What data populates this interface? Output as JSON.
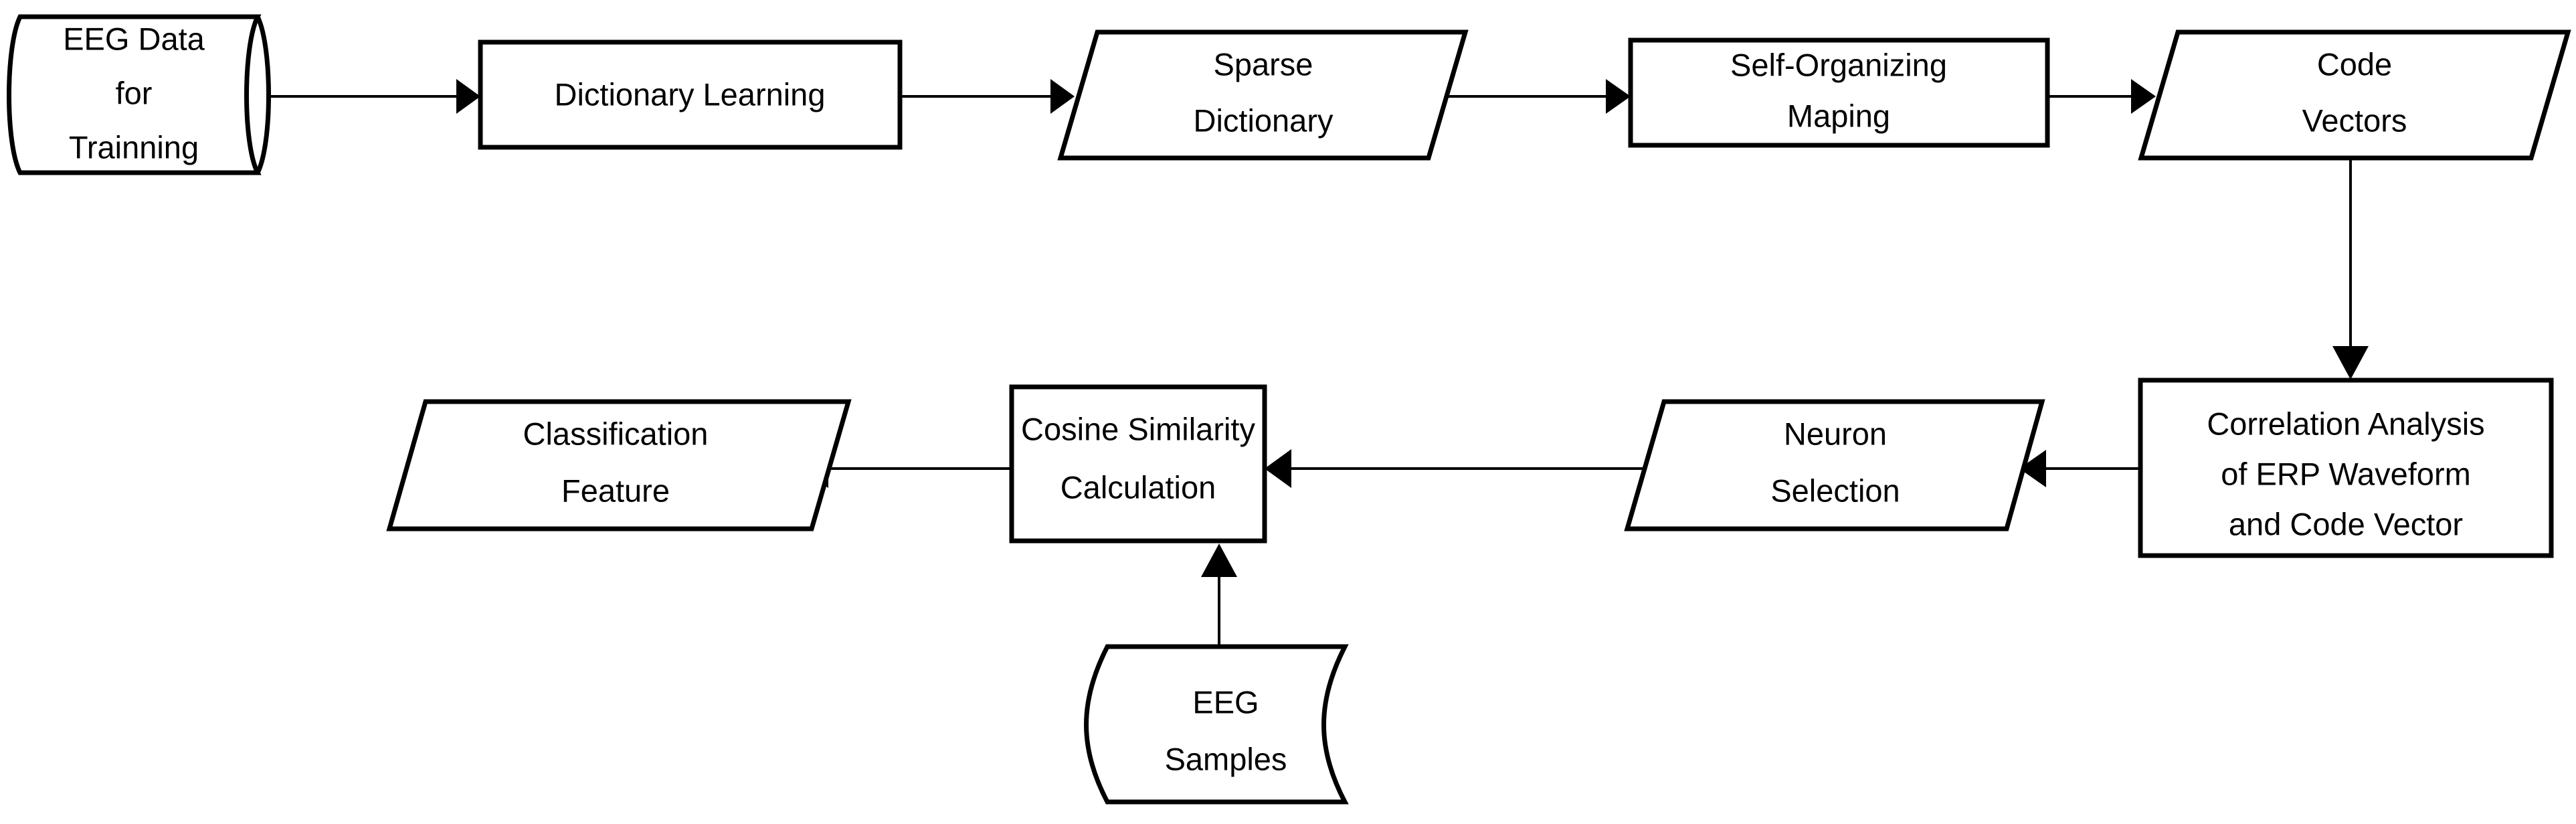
{
  "diagram": {
    "title": "EEG sparse dictionary and self-organizing map classification pipeline",
    "background_color": "#ffffff",
    "stroke_color": "#000000",
    "text_color": "#000000",
    "nodes": [
      {
        "id": "eeg-data-for-trainning",
        "shape": "cylinder",
        "lines": [
          "EEG Data",
          "for",
          "Trainning"
        ],
        "text": "EEG Data for Trainning"
      },
      {
        "id": "dictionary-learning",
        "shape": "process-rectangle",
        "lines": [
          "Dictionary Learning"
        ],
        "text": "Dictionary Learning"
      },
      {
        "id": "sparse-dictionary",
        "shape": "parallelogram",
        "lines": [
          "Sparse",
          "Dictionary"
        ],
        "text": "Sparse Dictionary"
      },
      {
        "id": "self-organizing-maping",
        "shape": "process-rectangle",
        "lines": [
          "Self-Organizing",
          "Maping"
        ],
        "text": "Self-Organizing Maping"
      },
      {
        "id": "code-vectors",
        "shape": "parallelogram",
        "lines": [
          "Code",
          "Vectors"
        ],
        "text": "Code Vectors"
      },
      {
        "id": "correlation-analysis",
        "shape": "process-rectangle",
        "lines": [
          "Correlation Analysis",
          "of ERP Waveform",
          "and Code Vector"
        ],
        "text": "Correlation Analysis of ERP Waveform and Code Vector"
      },
      {
        "id": "neuron-selection",
        "shape": "parallelogram",
        "lines": [
          "Neuron",
          "Selection"
        ],
        "text": "Neuron Selection"
      },
      {
        "id": "cosine-similarity-calculation",
        "shape": "process-rectangle",
        "lines": [
          "Cosine Similarity",
          "Calculation"
        ],
        "text": "Cosine Similarity Calculation"
      },
      {
        "id": "classification-feature",
        "shape": "parallelogram",
        "lines": [
          "Classification",
          "Feature"
        ],
        "text": "Classification Feature"
      },
      {
        "id": "eeg-samples",
        "shape": "stored-data-tape",
        "lines": [
          "EEG",
          "Samples"
        ],
        "text": "EEG Samples"
      }
    ],
    "edges": [
      {
        "id": "edge-1",
        "from": "eeg-data-for-trainning",
        "to": "dictionary-learning",
        "direction": "right"
      },
      {
        "id": "edge-2",
        "from": "dictionary-learning",
        "to": "sparse-dictionary",
        "direction": "right"
      },
      {
        "id": "edge-3",
        "from": "sparse-dictionary",
        "to": "self-organizing-maping",
        "direction": "right"
      },
      {
        "id": "edge-4",
        "from": "self-organizing-maping",
        "to": "code-vectors",
        "direction": "right"
      },
      {
        "id": "edge-5",
        "from": "code-vectors",
        "to": "correlation-analysis",
        "direction": "down"
      },
      {
        "id": "edge-6",
        "from": "correlation-analysis",
        "to": "neuron-selection",
        "direction": "left"
      },
      {
        "id": "edge-7",
        "from": "neuron-selection",
        "to": "cosine-similarity-calculation",
        "direction": "left"
      },
      {
        "id": "edge-8",
        "from": "cosine-similarity-calculation",
        "to": "classification-feature",
        "direction": "left"
      },
      {
        "id": "edge-9",
        "from": "eeg-samples",
        "to": "cosine-similarity-calculation",
        "direction": "up"
      }
    ]
  }
}
